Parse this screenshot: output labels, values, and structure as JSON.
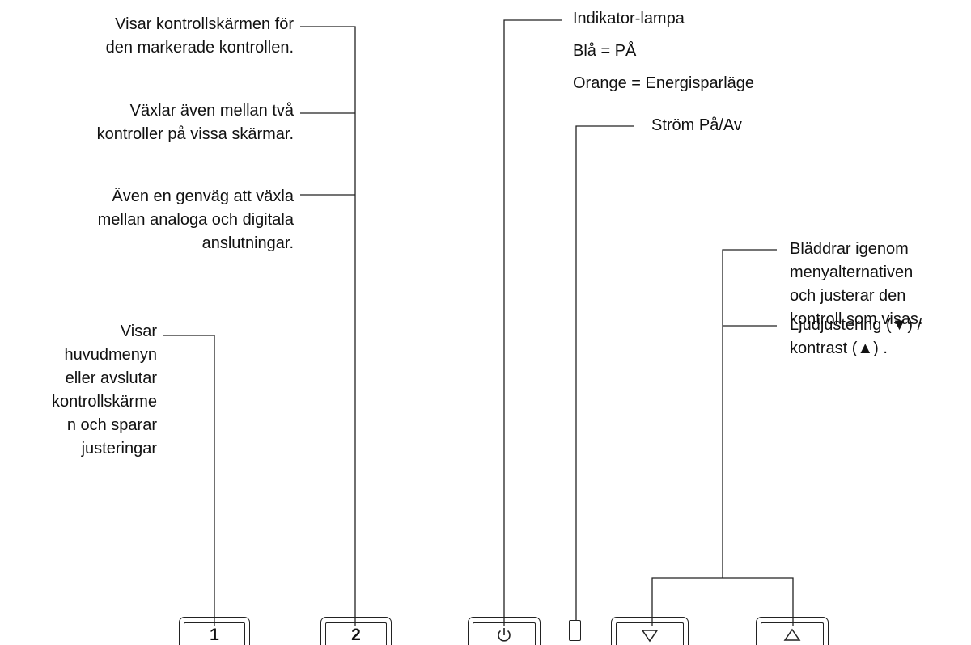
{
  "labels": {
    "menu_control": "Visar kontrollskärmen för\nden markerade kontrollen.",
    "switch_controls": "Växlar även mellan två\nkontroller på vissa skärmar.",
    "input_shortcut": "Även en genväg att växla\nmellan analoga och digitala\nanslutningar.",
    "main_menu": "Visar\nhuvudmenyn\neller avslutar\nkontrollskärme\nn och sparar\njusteringar",
    "indicator_title": "Indikator-lampa",
    "indicator_blue": "Blå = PÅ",
    "indicator_orange": "Orange = Energisparläge",
    "power": "Ström På/Av",
    "scroll": "Bläddrar igenom\nmenyalternativen\noch justerar den\nkontroll som visas.",
    "volume_contrast": "Ljudjustering (▼) /\nkontrast  (▲) ."
  },
  "buttons": {
    "button1": "1",
    "button2": "2"
  },
  "icons": {
    "power": "power-icon",
    "down": "triangle-down-icon",
    "up": "triangle-up-icon",
    "led": "indicator-led-icon"
  }
}
